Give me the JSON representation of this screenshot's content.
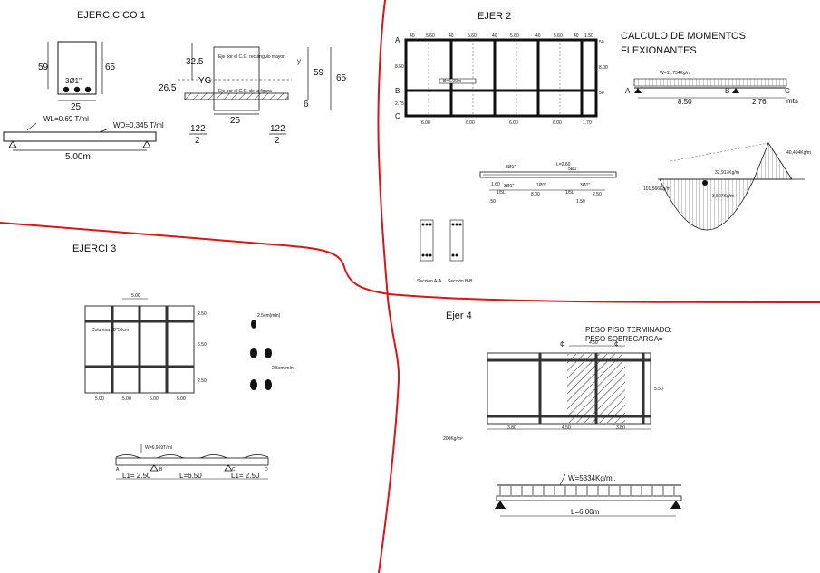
{
  "sections": {
    "ej1": {
      "title": "EJERCICICO 1"
    },
    "ej2": {
      "title": "EJER 2",
      "subtitle_line1": "CALCULO DE MOMENTOS",
      "subtitle_line2": "FLEXIONANTES"
    },
    "ej3": {
      "title": "EJERCI 3"
    },
    "ej4": {
      "title": "Ejer 4"
    }
  },
  "ej1": {
    "col_h_left": "59",
    "col_h_right": "65",
    "col_w": "25",
    "rebar": "3Ø1\"",
    "load_live": "WL=0.69 T/ml",
    "load_dead": "WD=0.345 T/ml",
    "span": "5.00m",
    "sec_325": "32.5",
    "sec_265": "26.5",
    "sec_yg": "YG",
    "sec_note1": "Eje por el C.G. rectángulo mayor",
    "sec_note2": "Eje por el C.G. de la figura",
    "sec_y": "y",
    "sec_59": "59",
    "sec_65": "65",
    "sec_6": "6",
    "sec_25": "25",
    "frac_num": "122",
    "frac_den": "2"
  },
  "ej2": {
    "top_dims": [
      "40",
      "5.60",
      "40",
      "5.60",
      "40",
      "5.60",
      "40",
      "5.60",
      "40",
      "1.50"
    ],
    "bottom_dims": [
      "6.00",
      "6.00",
      "6.00",
      "6.00",
      "1.70"
    ],
    "left_dims": [
      "8.50",
      "2.75"
    ],
    "axes": [
      "A",
      "B",
      "C"
    ],
    "right_dims": [
      "50",
      "8.00",
      "50"
    ],
    "beam_label": "B=6.00m",
    "load": "W=11.754Kg/m",
    "span_ab": "8.50",
    "span_bc": "2.76",
    "supports": [
      "A",
      "B",
      "C"
    ],
    "units": "mts",
    "moment_labels": [
      "40,494Kg/m",
      "32,917Kg/m",
      "101,566Kg/m",
      "3,507Kg/m"
    ],
    "sec_a": "Sección A-A",
    "sec_b": "Sección B-B",
    "bar_labels": [
      "3Ø1\"",
      "3Ø1\"",
      "5Ø1\"",
      "1Ø1\"",
      "L=2.60"
    ],
    "bar_dims": [
      "1.60",
      "3Ø1\"",
      "8.00",
      "2.50",
      "1.50",
      ".50",
      "1/5L",
      "1/5L"
    ]
  },
  "ej3": {
    "grid_top": "5.00",
    "grid_bottom": [
      "5.00",
      "5.00",
      "5.00",
      "5.00"
    ],
    "grid_right": [
      "2.50",
      "6.50",
      "2.50"
    ],
    "column_label": "Columna 30*50cm",
    "bar_spacing1": "2.5cm(mín)",
    "bar_spacing2": "2.5cm(mín)",
    "load": "W=6.969T/ml",
    "supports": [
      "A",
      "B",
      "C",
      "D"
    ],
    "span1": "L1= 2.50",
    "span2": "L=6.50",
    "span3": "L1= 2.50"
  },
  "ej4": {
    "header1": "PESO PISO TERMINADO:",
    "header2": "PESO SOBRECARGA=",
    "strip_width": "4.50",
    "cl": "¢",
    "right_dim": "5.50",
    "bottom_dims": [
      "3.80",
      "4.50",
      "3.80"
    ],
    "area_load": "200Kg/m²",
    "load": "W=5334Kg/ml.",
    "span": "L=6.00m"
  }
}
